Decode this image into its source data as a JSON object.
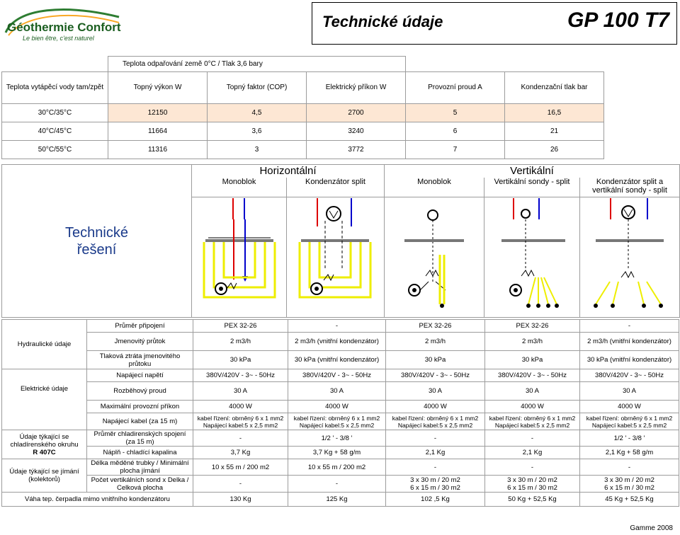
{
  "logo": {
    "brand": "Géothermie Confort",
    "tagline": "Le bien être, c'est naturel"
  },
  "header": {
    "title": "Technické údaje",
    "model": "GP 100 T7"
  },
  "perf": {
    "caption": "Teplota odpařování země 0°C / Tlak 3,6 bary",
    "row_header": "Teplota vytápěcí vody tam/zpět",
    "cols": [
      "Topný výkon W",
      "Topný faktor (COP)",
      "Elektrický příkon W",
      "Provozní proud A",
      "Kondenzační tlak bar"
    ],
    "rows": [
      {
        "temp": "30°C/35°C",
        "vals": [
          "12150",
          "4,5",
          "2700",
          "5",
          "16,5"
        ]
      },
      {
        "temp": "40°C/45°C",
        "vals": [
          "11664",
          "3,6",
          "3240",
          "6",
          "21"
        ]
      },
      {
        "temp": "50°C/55°C",
        "vals": [
          "11316",
          "3",
          "3772",
          "7",
          "26"
        ]
      }
    ]
  },
  "solutions": {
    "label": "Technické řešení",
    "group_h": "Horizontální",
    "group_v": "Vertikální",
    "types": [
      "Monoblok",
      "Kondenzátor split",
      "Monoblok",
      "Vertikální sondy - split",
      "Kondenzátor split a vertikální sondy - split"
    ]
  },
  "specs": {
    "hydraulic": "Hydraulické údaje",
    "electric": "Elektrické údaje",
    "circuit": "Údaje týkající se chladírenského okruhu",
    "circuit_model": "R 407C",
    "collectors": "Údaje týkající se jímání (kolektorů)",
    "rows": {
      "prumer": {
        "label": "Průměr připojení",
        "vals": [
          "PEX 32-26",
          "-",
          "PEX 32-26",
          "PEX 32-26",
          "-"
        ]
      },
      "prutok": {
        "label": "Jmenovitý průtok",
        "vals": [
          "2 m3/h",
          "2 m3/h (vnitřní kondenzátor)",
          "2 m3/h",
          "2 m3/h",
          "2 m3/h (vnitřní kondenzátor)"
        ]
      },
      "ztrata": {
        "label": "Tlaková ztráta jmenovitého průtoku",
        "vals": [
          "30 kPa",
          "30 kPa (vnitřní kondenzátor)",
          "30 kPa",
          "30 kPa",
          "30 kPa (vnitřní kondenzátor)"
        ]
      },
      "napeti": {
        "label": "Napájecí napětí",
        "vals": [
          "380V/420V - 3~ - 50Hz",
          "380V/420V - 3~ - 50Hz",
          "380V/420V - 3~ - 50Hz",
          "380V/420V - 3~ - 50Hz",
          "380V/420V - 3~ - 50Hz"
        ]
      },
      "rozbeh": {
        "label": "Rozběhový proud",
        "vals": [
          "30 A",
          "30 A",
          "30 A",
          "30 A",
          "30 A"
        ]
      },
      "maxprikon": {
        "label": "Maximální provozní příkon",
        "vals": [
          "4000 W",
          "4000 W",
          "4000 W",
          "4000 W",
          "4000 W"
        ]
      },
      "kabel": {
        "label": "Napájecí kabel (za 15 m)",
        "vals": [
          "kabel řízení: obrněný 6 x 1 mm2 Napájecí kabel:5 x 2,5 mm2",
          "kabel řízení: obrněný 6 x 1 mm2 Napájecí kabel:5 x 2,5 mm2",
          "kabel řízení: obrněný 6 x 1 mm2 Napájecí kabel:5 x 2,5 mm2",
          "kabel řízení: obrněný 6 x 1 mm2 Napájecí kabel:5 x 2,5 mm2",
          "kabel řízení: obrněný 6 x 1 mm2 Napájecí kabel:5 x 2,5 mm2"
        ]
      },
      "spojeni": {
        "label": "Průměr chladirenských spojení (za 15 m)",
        "vals": [
          "-",
          "1/2 ' - 3/8 '",
          "-",
          "-",
          "1/2 ' - 3/8 '"
        ]
      },
      "napln": {
        "label": "Náplň - chladící kapalina",
        "vals": [
          "3,7 Kg",
          "3,7 Kg + 58 g/m",
          "2,1 Kg",
          "2,1 Kg",
          "2,1 Kg + 58 g/m"
        ]
      },
      "delka": {
        "label": "Délka měděné trubky / Minimální plocha jímání",
        "vals": [
          "10 x 55 m / 200 m2",
          "10 x 55 m / 200 m2",
          "-",
          "-",
          "-"
        ]
      },
      "sondy": {
        "label": "Počet vertikálních sond x Delka / Celková plocha",
        "vals": [
          "-",
          "-",
          "3 x 30 m / 20 m2\n6 x 15 m / 30 m2",
          "3 x 30 m / 20 m2\n6 x 15 m / 30 m2",
          "3 x 30 m / 20 m2\n6 x 15 m / 30 m2"
        ]
      },
      "vaha": {
        "label": "Váha tep. čerpadla mimo vnitřního kondenzátoru",
        "vals": [
          "130 Kg",
          "125 Kg",
          "102 ,5 Kg",
          "50 Kg + 52,5 Kg",
          "45 Kg + 52,5 Kg"
        ]
      }
    }
  },
  "footer": "Gamme 2008"
}
